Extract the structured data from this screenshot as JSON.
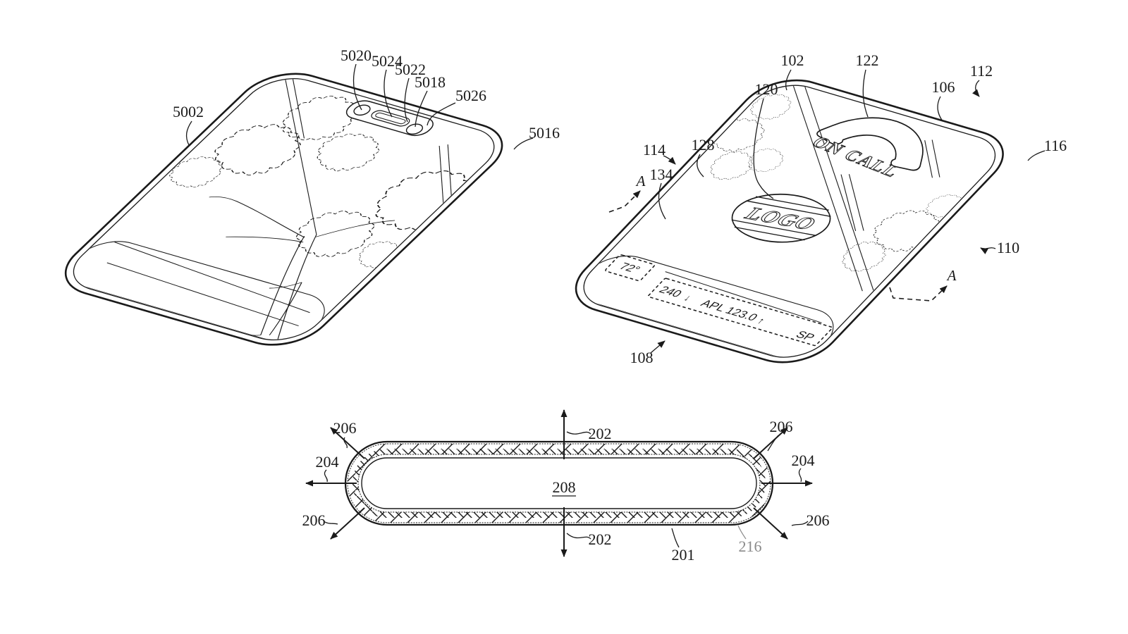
{
  "fig_front": {
    "body": "5002",
    "camera": "5020",
    "speaker": "5024",
    "front_camera": "5022",
    "sensor": "5018",
    "module": "5026",
    "edge": "5016"
  },
  "fig_back": {
    "housing": "102",
    "back_wall": "122",
    "sidewall_right": "112",
    "display_tree": "120",
    "back_glass": "106",
    "edge_left": "114",
    "foliage": "128",
    "sidewall_left": "134",
    "corner": "116",
    "peripheral_region": "110",
    "bottom_region": "108",
    "section_letter": "A",
    "screen": {
      "status": "ON CALL",
      "logo": "LOGO",
      "temp": "72°",
      "ticker_value": "240",
      "down_arrow": "↓",
      "ticker_symbol": "APL 123.0",
      "up_arrow": "↑",
      "ticker_sp": "SP"
    }
  },
  "fig_section": {
    "interior": "208",
    "wall": "201",
    "coating": "216",
    "label_202": "202",
    "label_204": "204",
    "label_206": "206"
  }
}
